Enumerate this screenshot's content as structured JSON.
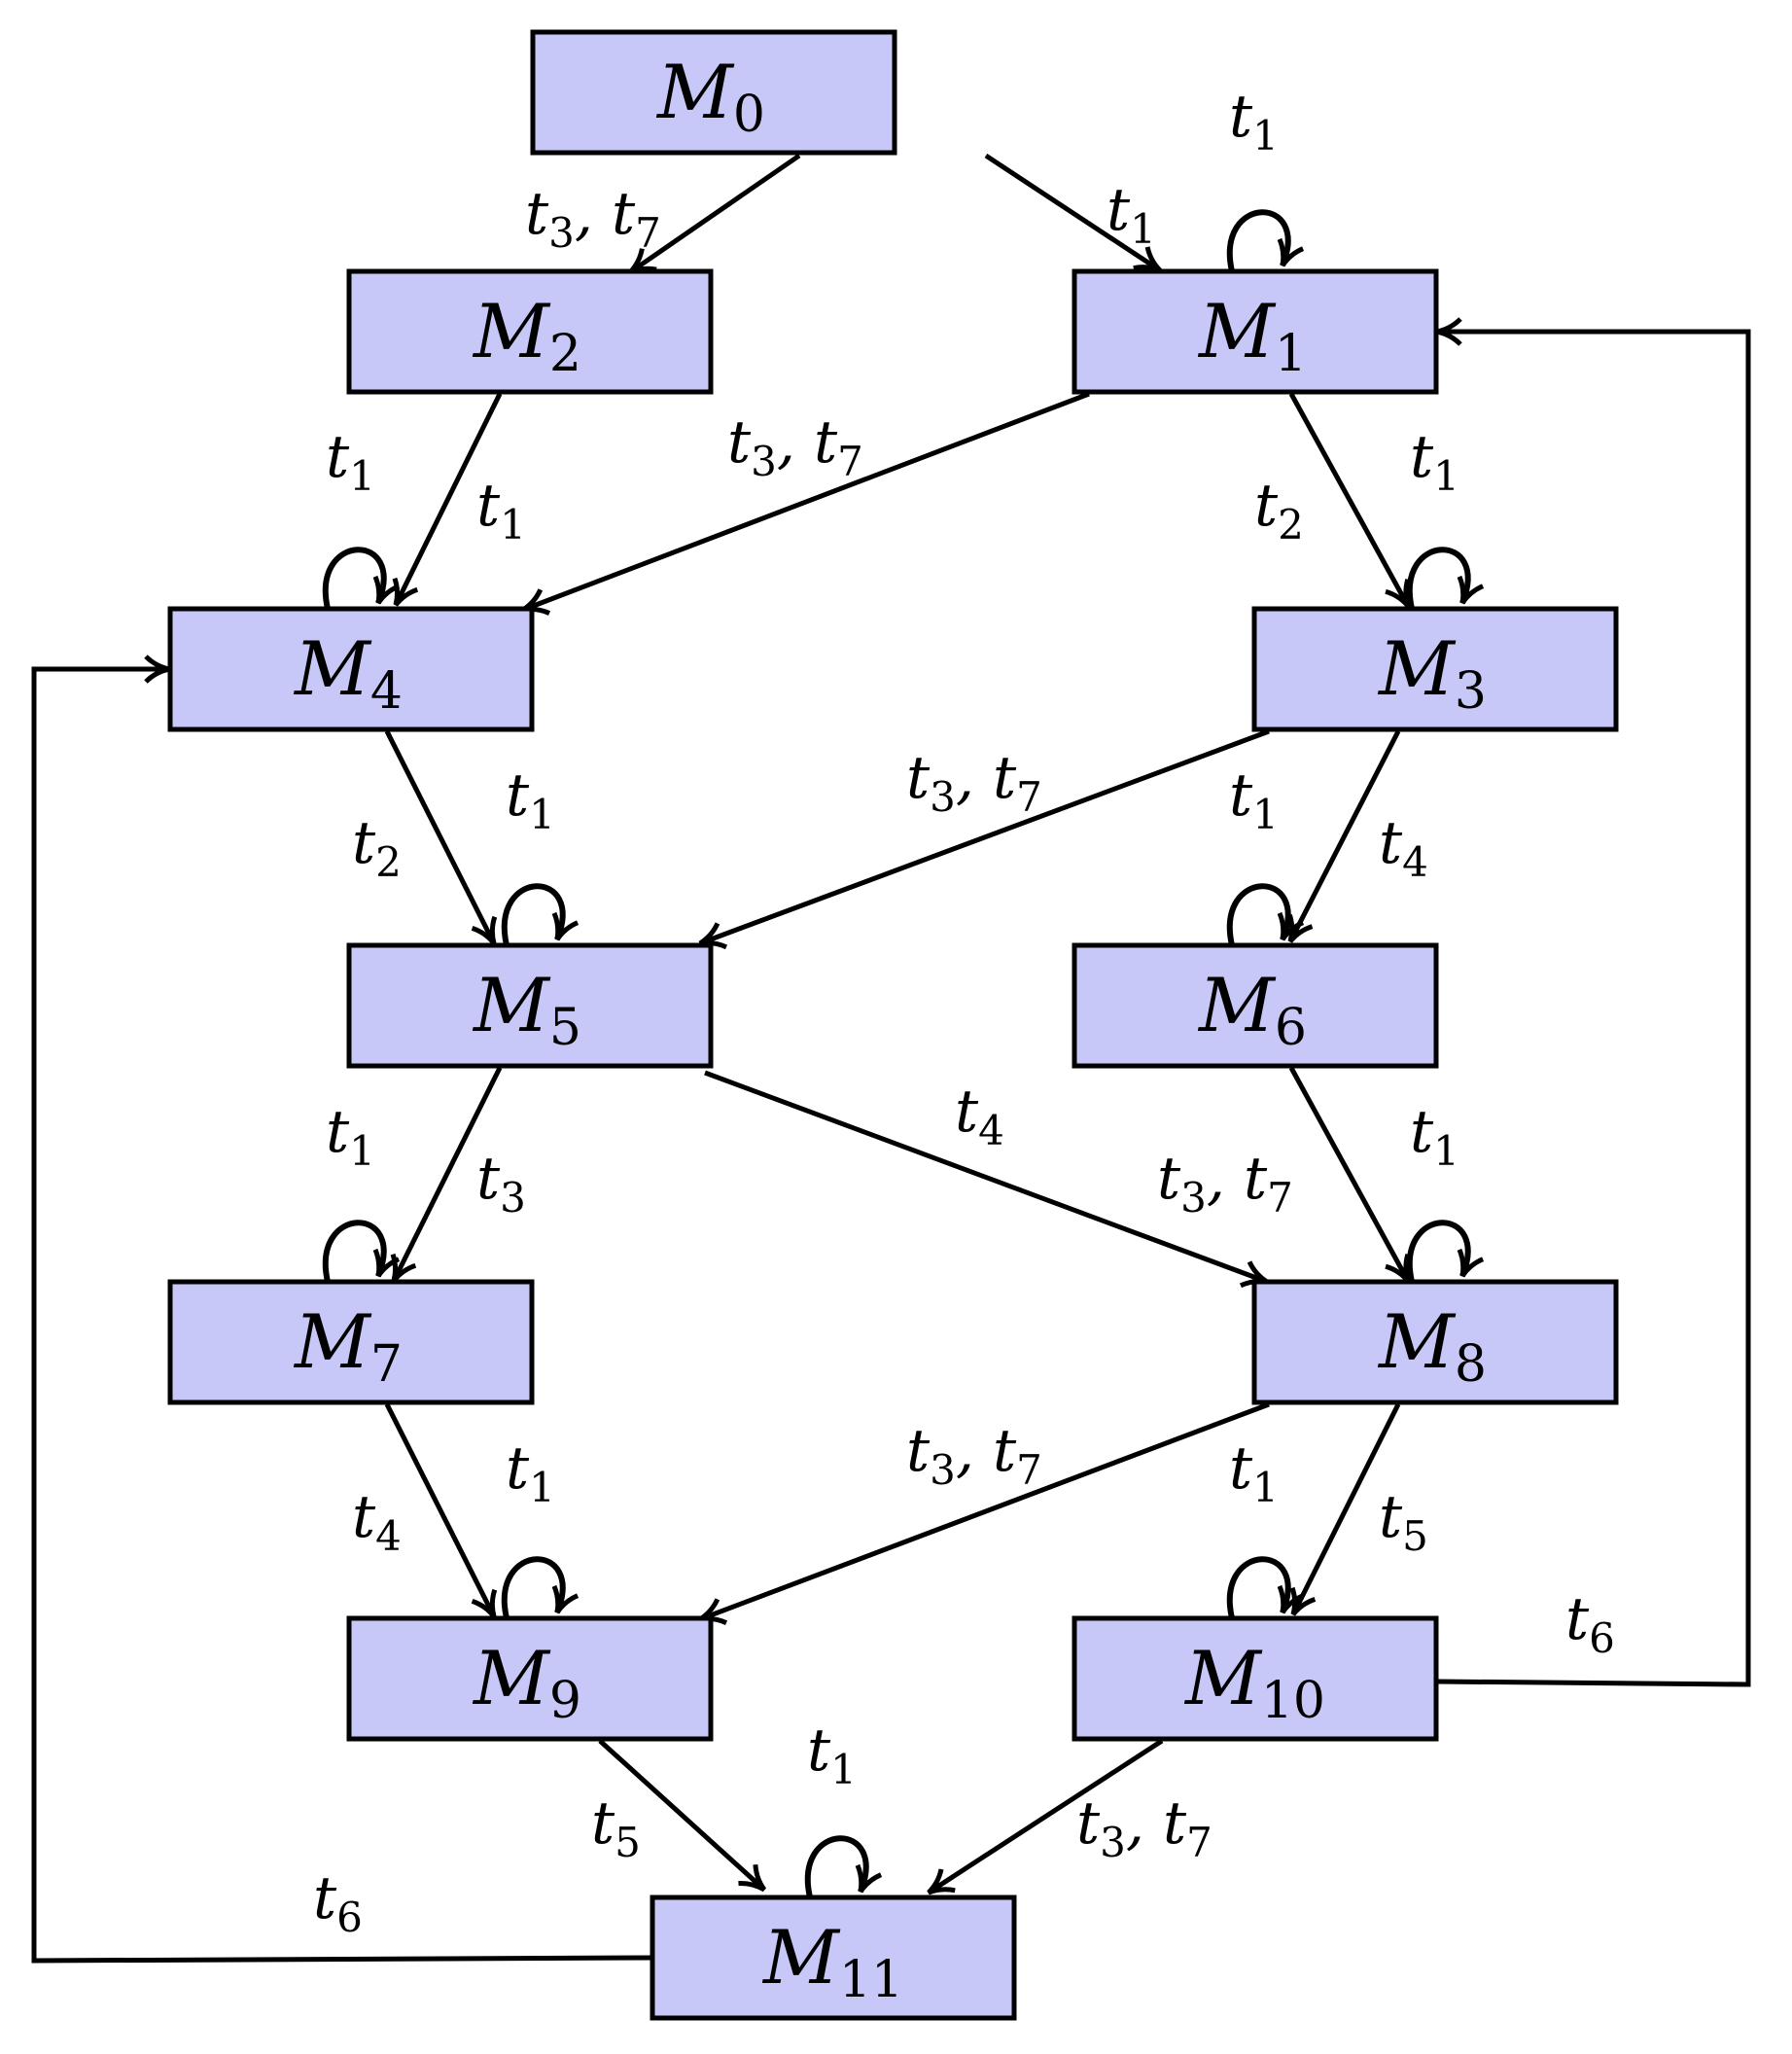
{
  "nodes": [
    {
      "id": "M0",
      "label": "M",
      "sub": "0"
    },
    {
      "id": "M1",
      "label": "M",
      "sub": "1"
    },
    {
      "id": "M2",
      "label": "M",
      "sub": "2"
    },
    {
      "id": "M3",
      "label": "M",
      "sub": "3"
    },
    {
      "id": "M4",
      "label": "M",
      "sub": "4"
    },
    {
      "id": "M5",
      "label": "M",
      "sub": "5"
    },
    {
      "id": "M6",
      "label": "M",
      "sub": "6"
    },
    {
      "id": "M7",
      "label": "M",
      "sub": "7"
    },
    {
      "id": "M8",
      "label": "M",
      "sub": "8"
    },
    {
      "id": "M9",
      "label": "M",
      "sub": "9"
    },
    {
      "id": "M10",
      "label": "M",
      "sub": "10"
    },
    {
      "id": "M11",
      "label": "M",
      "sub": "11"
    }
  ],
  "edges": [
    {
      "from": "M0",
      "to": "M2",
      "label": "t3, t7"
    },
    {
      "from": "M0",
      "to": "M1",
      "label": "t1"
    },
    {
      "from": "M2",
      "to": "M4",
      "label": "t1"
    },
    {
      "from": "M1",
      "to": "M4",
      "label": "t3, t7"
    },
    {
      "from": "M1",
      "to": "M3",
      "label": "t2"
    },
    {
      "from": "M4",
      "to": "M5",
      "label": "t2"
    },
    {
      "from": "M3",
      "to": "M5",
      "label": "t3, t7"
    },
    {
      "from": "M3",
      "to": "M6",
      "label": "t4"
    },
    {
      "from": "M5",
      "to": "M7",
      "label": "t3"
    },
    {
      "from": "M5",
      "to": "M8",
      "label": "t4"
    },
    {
      "from": "M6",
      "to": "M8",
      "label": "t3, t7"
    },
    {
      "from": "M7",
      "to": "M9",
      "label": "t4"
    },
    {
      "from": "M8",
      "to": "M9",
      "label": "t3, t7"
    },
    {
      "from": "M8",
      "to": "M10",
      "label": "t5"
    },
    {
      "from": "M9",
      "to": "M11",
      "label": "t5"
    },
    {
      "from": "M10",
      "to": "M11",
      "label": "t3, t7"
    },
    {
      "from": "M10",
      "to": "M1",
      "label": "t6"
    },
    {
      "from": "M11",
      "to": "M4",
      "label": "t6"
    }
  ],
  "self_loops": [
    {
      "node": "M1",
      "label": "t1"
    },
    {
      "node": "M3",
      "label": "t1"
    },
    {
      "node": "M4",
      "label": "t1"
    },
    {
      "node": "M5",
      "label": "t1"
    },
    {
      "node": "M6",
      "label": "t1"
    },
    {
      "node": "M7",
      "label": "t1"
    },
    {
      "node": "M8",
      "label": "t1"
    },
    {
      "node": "M9",
      "label": "t1"
    },
    {
      "node": "M10",
      "label": "t1"
    },
    {
      "node": "M11",
      "label": "t1"
    }
  ],
  "colors": {
    "node_fill": "#c8c8f8",
    "stroke": "#000000",
    "background": "#ffffff"
  }
}
